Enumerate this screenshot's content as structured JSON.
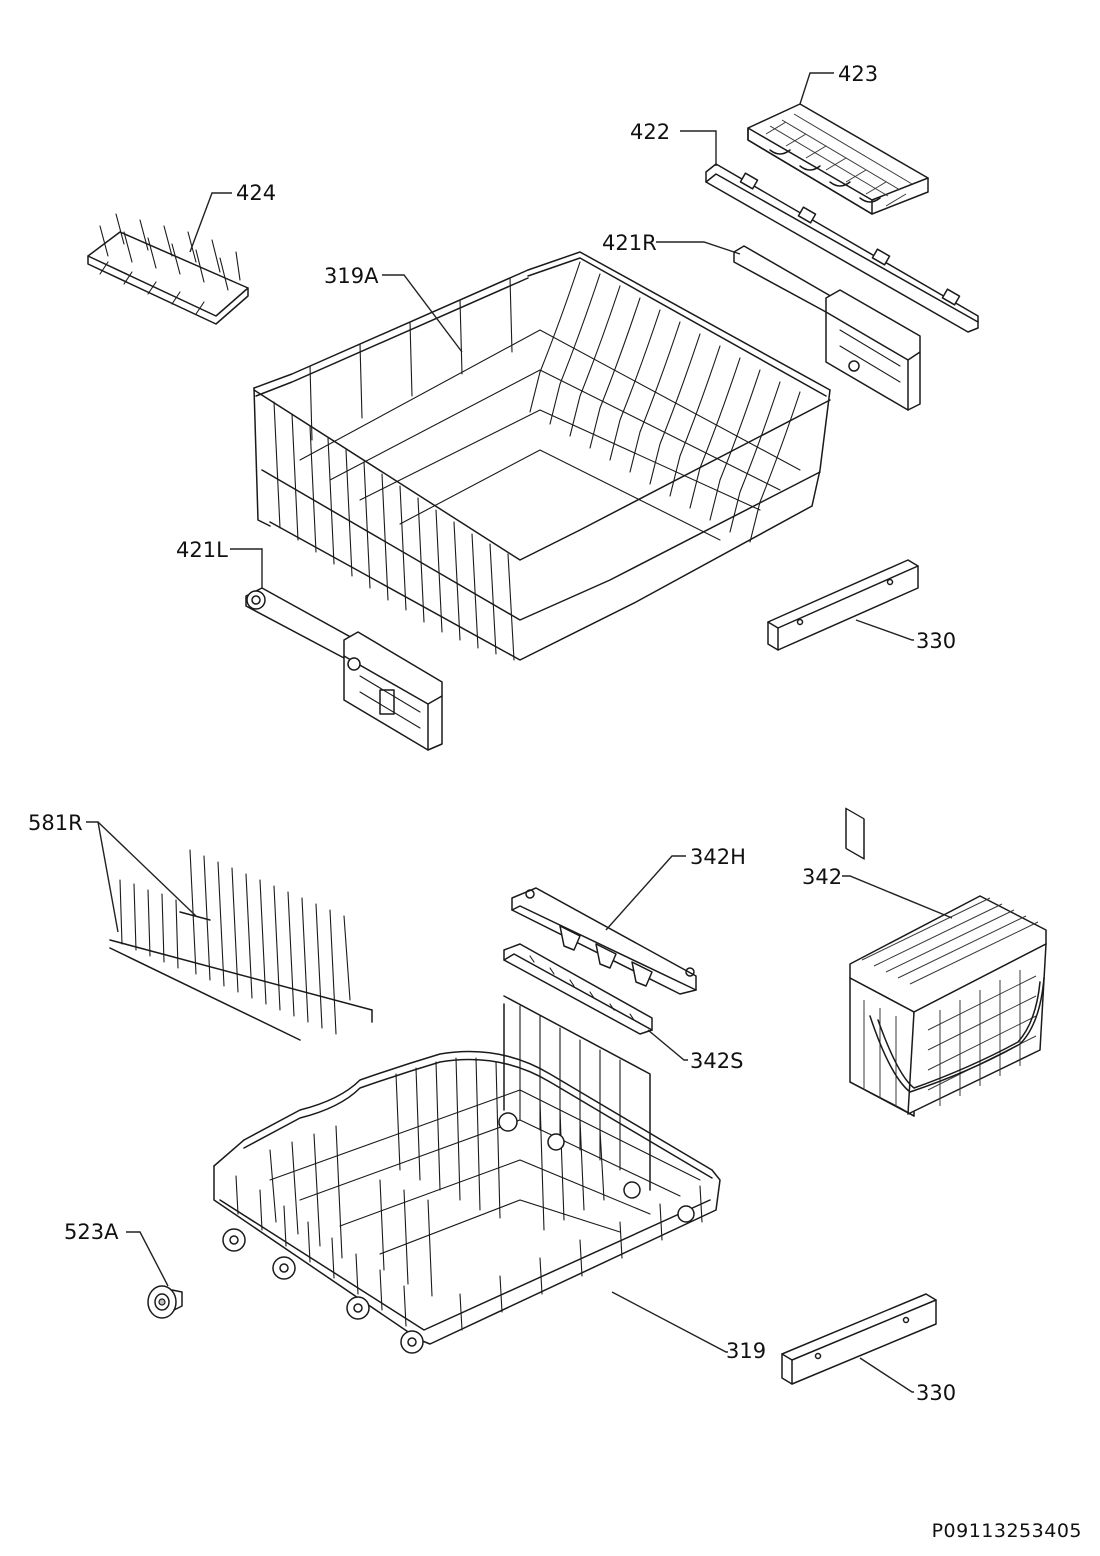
{
  "labels": {
    "p423": "423",
    "p422": "422",
    "p424": "424",
    "p421R": "421R",
    "p319A": "319A",
    "p421L": "421L",
    "p330_upper": "330",
    "p581R": "581R",
    "p342H": "342H",
    "p342": "342",
    "p342S": "342S",
    "p523A": "523A",
    "p319": "319",
    "p330_lower": "330"
  },
  "drawing_code": "P09113253405"
}
